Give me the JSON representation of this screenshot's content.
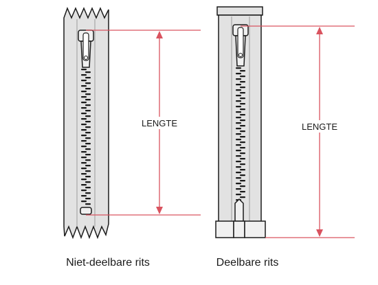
{
  "diagram": {
    "left_zipper": {
      "caption": "Niet-deelbare rits",
      "length_label": "LENGTE"
    },
    "right_zipper": {
      "caption": "Deelbare rits",
      "length_label": "LENGTE"
    },
    "colors": {
      "tape": "#e2e2e2",
      "outline": "#1a1a1a",
      "teeth": "#1a1a1a",
      "measure_line": "#d9535f",
      "background": "#ffffff"
    }
  }
}
